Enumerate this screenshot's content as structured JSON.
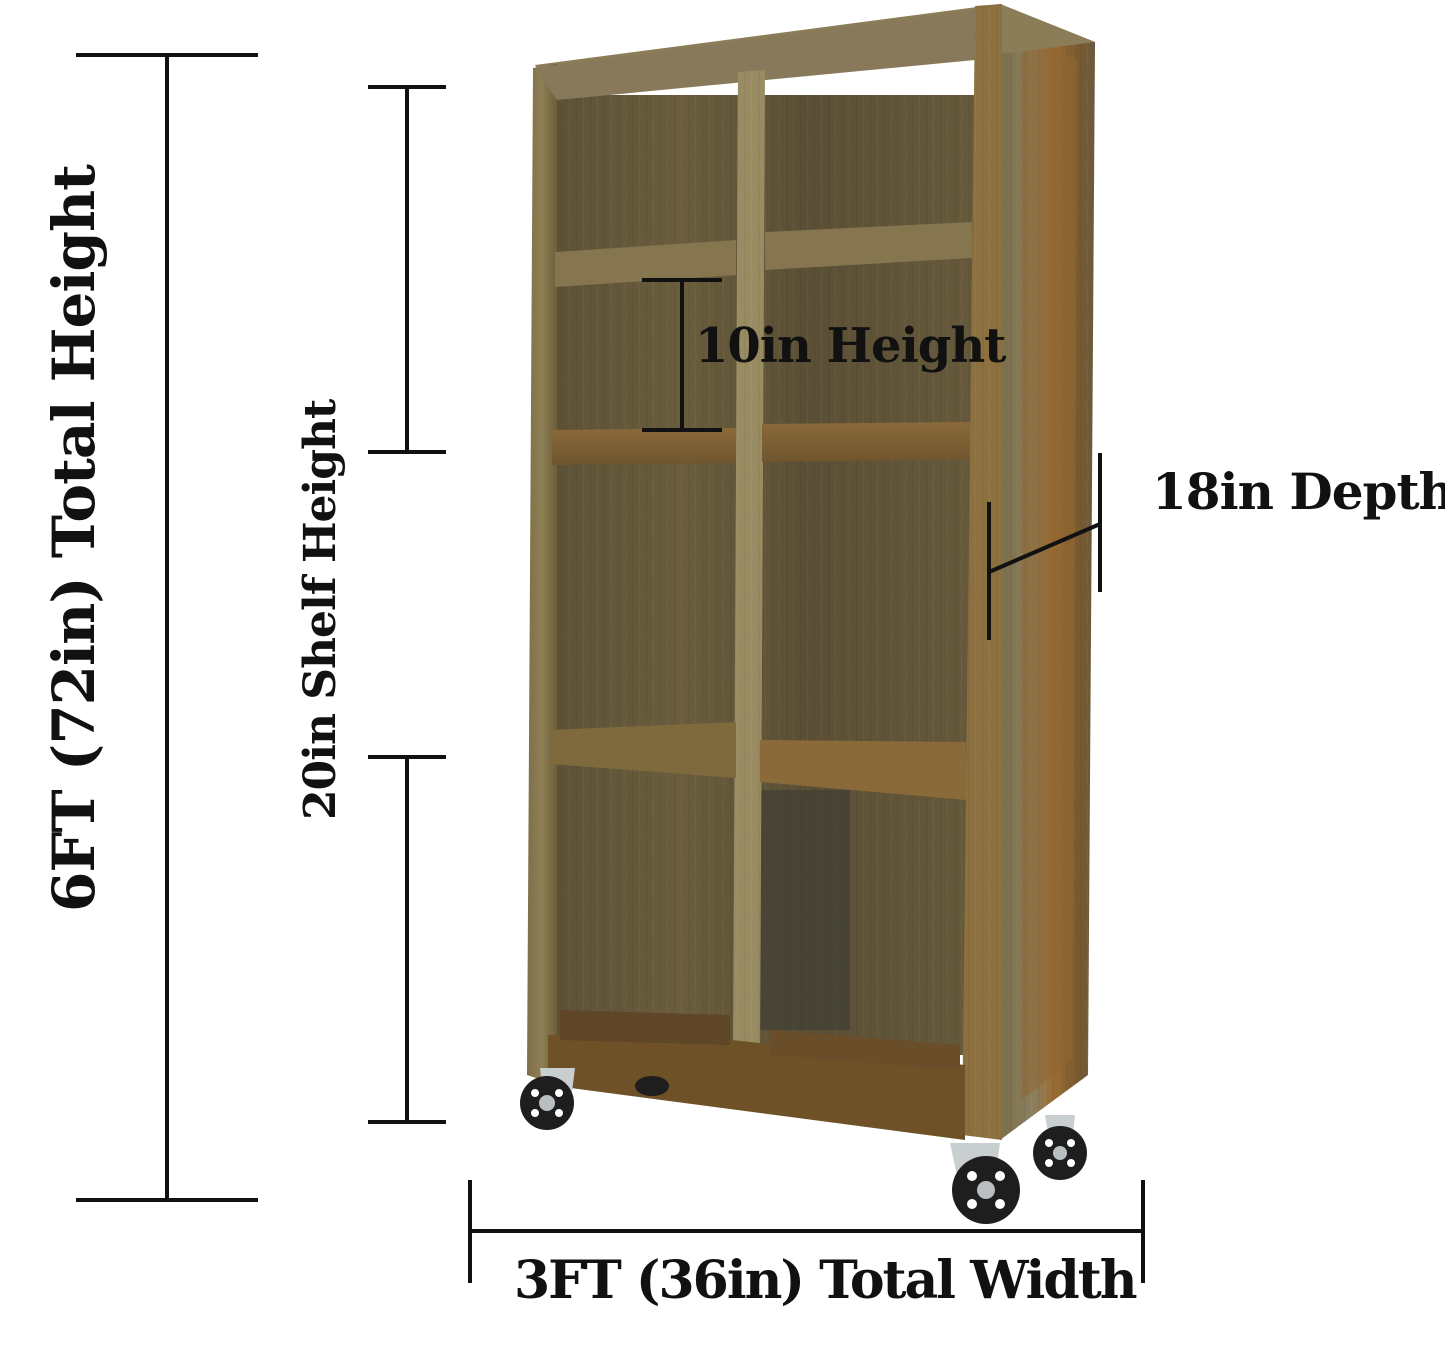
{
  "diagram": {
    "subject": "Rolling wooden bookshelf",
    "colors": {
      "background": "#ffffff",
      "line": "#111111",
      "wood_light": "#8a7a52",
      "wood_mid": "#6f5f3a",
      "wood_dark": "#4e4226",
      "wood_warm": "#8e6a34",
      "wheel": "#1e1e1e",
      "caster_metal": "#c9ced0"
    },
    "dimensions": {
      "total_height": {
        "label": "6FT (72in) Total Height",
        "value_in": 72
      },
      "shelf_height": {
        "label": "20in Shelf Height",
        "value_in": 20
      },
      "compartment_height": {
        "label": "10in Height",
        "value_in": 10
      },
      "depth": {
        "label": "18in Depth",
        "value_in": 18
      },
      "total_width": {
        "label": "3FT (36in) Total Width",
        "value_in": 36
      }
    }
  }
}
